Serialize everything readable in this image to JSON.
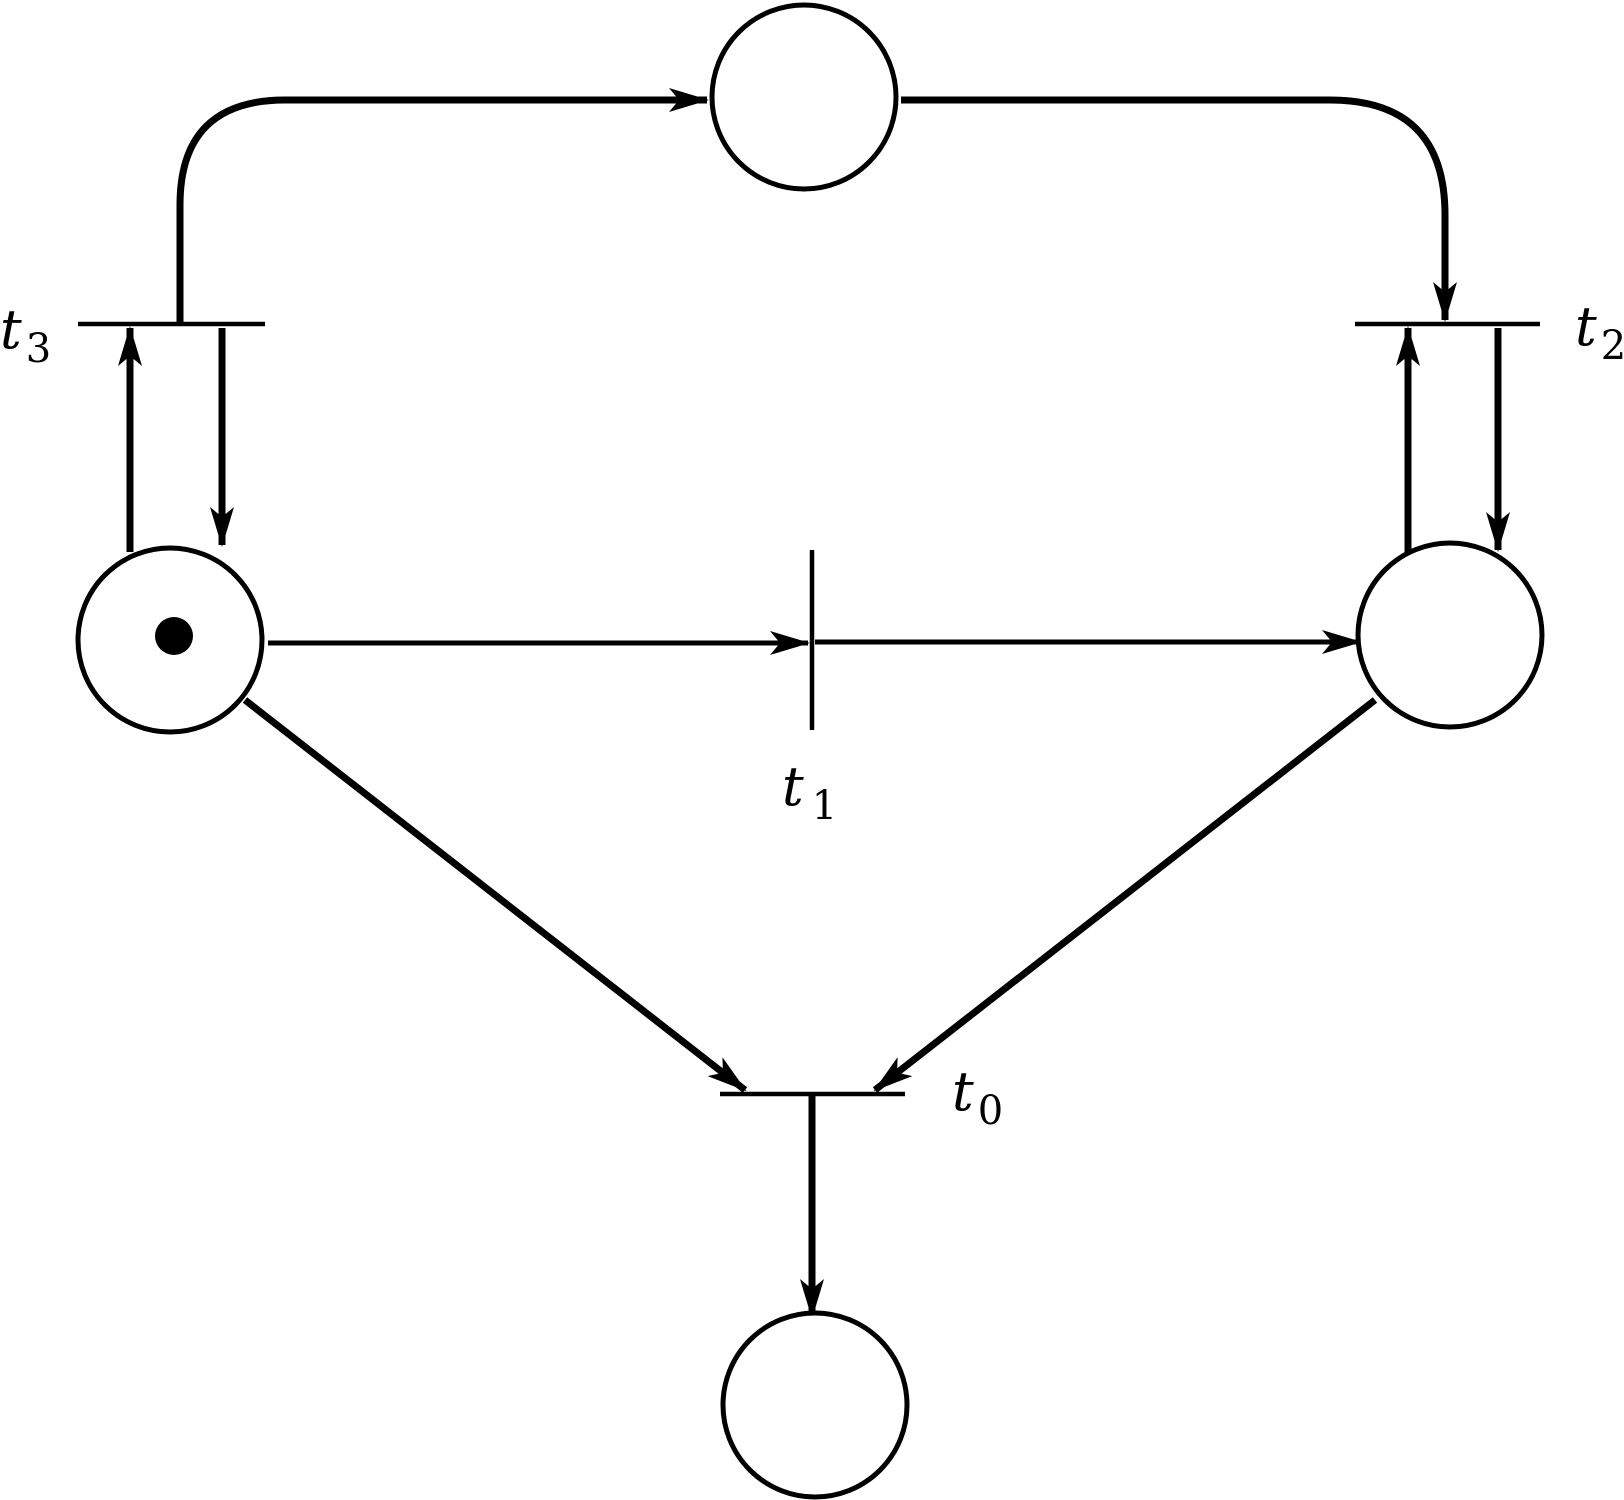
{
  "diagram": {
    "type": "petri-net",
    "transitions": [
      {
        "id": "t3",
        "letter": "t",
        "subscript": "3"
      },
      {
        "id": "t2",
        "letter": "t",
        "subscript": "2"
      },
      {
        "id": "t1",
        "letter": "t",
        "subscript": "1"
      },
      {
        "id": "t0",
        "letter": "t",
        "subscript": "0"
      }
    ],
    "places": [
      {
        "id": "top",
        "tokens": 0
      },
      {
        "id": "left",
        "tokens": 1
      },
      {
        "id": "right",
        "tokens": 0
      },
      {
        "id": "bottom",
        "tokens": 0
      }
    ],
    "arcs": [
      {
        "from": "t3",
        "to": "top"
      },
      {
        "from": "top",
        "to": "t2"
      },
      {
        "from": "left",
        "to": "t3"
      },
      {
        "from": "t3",
        "to": "left"
      },
      {
        "from": "right",
        "to": "t2"
      },
      {
        "from": "t2",
        "to": "right"
      },
      {
        "from": "left",
        "to": "t1"
      },
      {
        "from": "t1",
        "to": "right"
      },
      {
        "from": "left",
        "to": "t0"
      },
      {
        "from": "right",
        "to": "t0"
      },
      {
        "from": "t0",
        "to": "bottom"
      }
    ]
  }
}
